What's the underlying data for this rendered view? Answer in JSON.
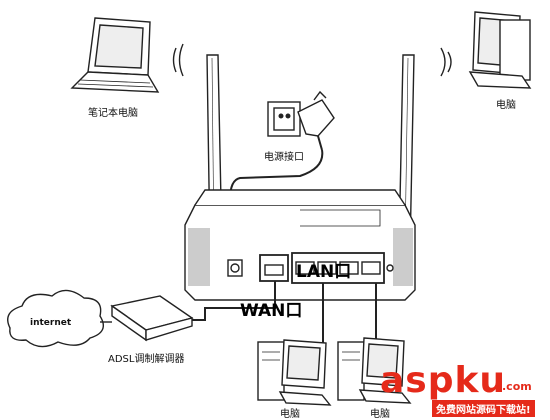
{
  "labels": {
    "laptop": "笔记本电脑",
    "desktop_top_right": "电脑",
    "power_socket": "电源接口",
    "wan_port": "WAN口",
    "lan_port": "LAN口",
    "internet": "internet",
    "adsl_modem": "ADSL调制解调器",
    "desktop_bottom_left": "电脑",
    "desktop_bottom_right": "电脑"
  },
  "watermark": {
    "main": "aspku",
    "suffix": ".com",
    "sub": "免费网站源码下载站!",
    "color_main": "#e52a1a",
    "color_sub": "#ffffff",
    "color_sub_bg": "#e52a1a"
  },
  "colors": {
    "line": "#222222",
    "fill": "#ffffff",
    "shade": "#cccccc"
  }
}
